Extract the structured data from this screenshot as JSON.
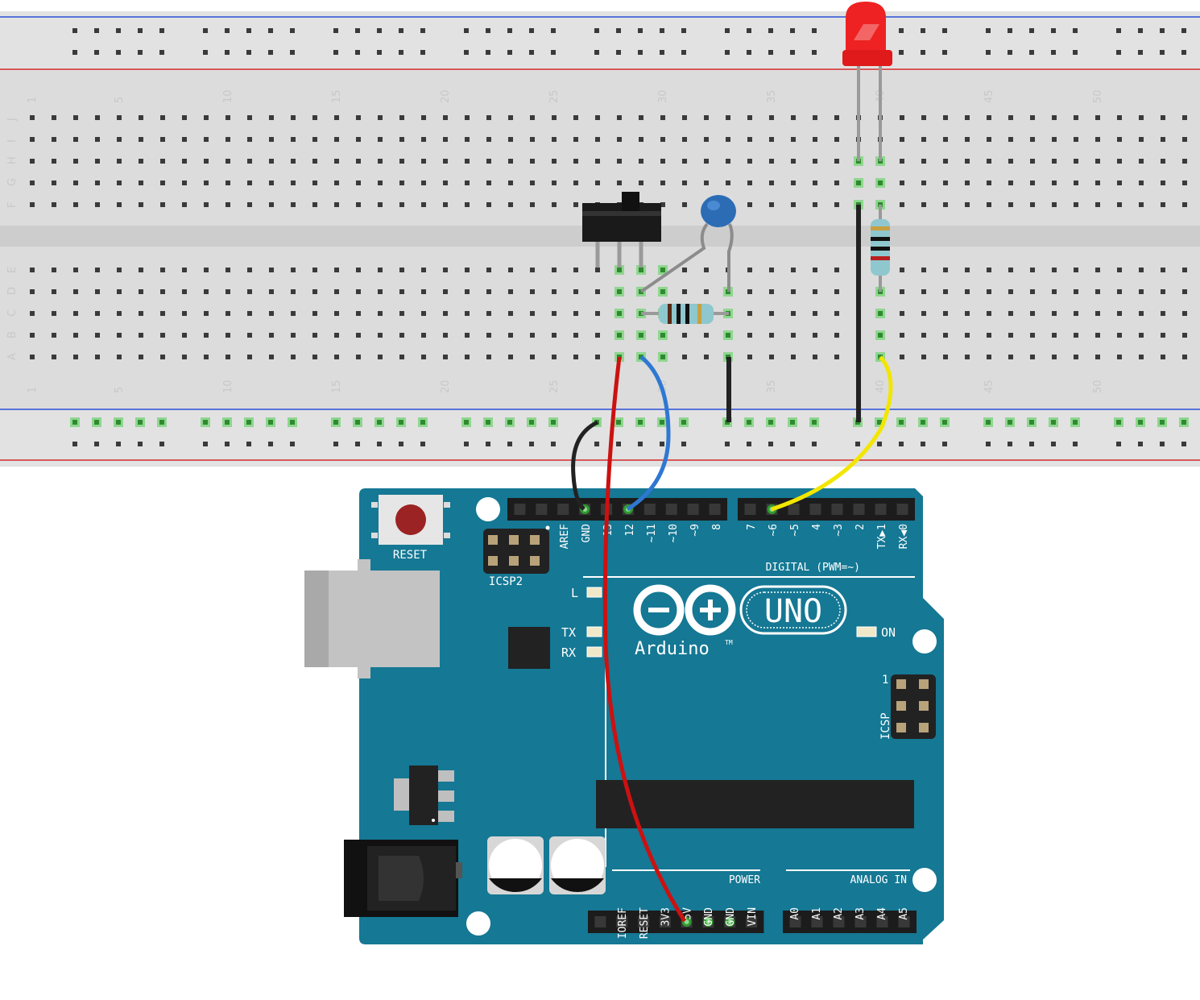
{
  "breadboard": {
    "column_numbers": [
      "1",
      "5",
      "10",
      "15",
      "20",
      "25",
      "30",
      "35",
      "40",
      "45",
      "50"
    ],
    "column_number_index": [
      1,
      5,
      10,
      15,
      20,
      25,
      30,
      35,
      40,
      45,
      50
    ],
    "top_row_letters": [
      "J",
      "I",
      "H",
      "G",
      "F"
    ],
    "bottom_row_letters": [
      "E",
      "D",
      "C",
      "B",
      "A"
    ]
  },
  "arduino": {
    "reset_label": "RESET",
    "icsp2_label": "ICSP2",
    "icsp_label": "ICSP",
    "icsp_pin1_label": "1",
    "led_l_label": "L",
    "led_tx_label": "TX",
    "led_rx_label": "RX",
    "on_label": "ON",
    "logo_text": "Arduino",
    "logo_tm": "TM",
    "uno_label": "UNO",
    "digital_label": "DIGITAL (PWM=~)",
    "power_label": "POWER",
    "analog_label": "ANALOG IN",
    "header_left_labels": [
      "AREF",
      "GND",
      "13",
      "12",
      "~11",
      "~10",
      "~9",
      "8"
    ],
    "header_right_labels": [
      "7",
      "~6",
      "~5",
      "4",
      "~3",
      "2",
      "TX▶1",
      "RX◀0"
    ],
    "power_pin_labels": [
      "IOREF",
      "RESET",
      "3V3",
      "5V",
      "GND",
      "GND",
      "VIN"
    ],
    "analog_pin_labels": [
      "A0",
      "A1",
      "A2",
      "A3",
      "A4",
      "A5"
    ]
  },
  "colors": {
    "board": "#157894",
    "breadboard": "#dedede",
    "rail_red": "#d62a2a",
    "rail_blue": "#2a4fd6",
    "wire_red": "#cc1111",
    "wire_blue": "#2e78d2",
    "wire_black": "#222222",
    "wire_yellow": "#f2e600",
    "led": "#ee2222",
    "capacitor": "#2b6cb5"
  }
}
